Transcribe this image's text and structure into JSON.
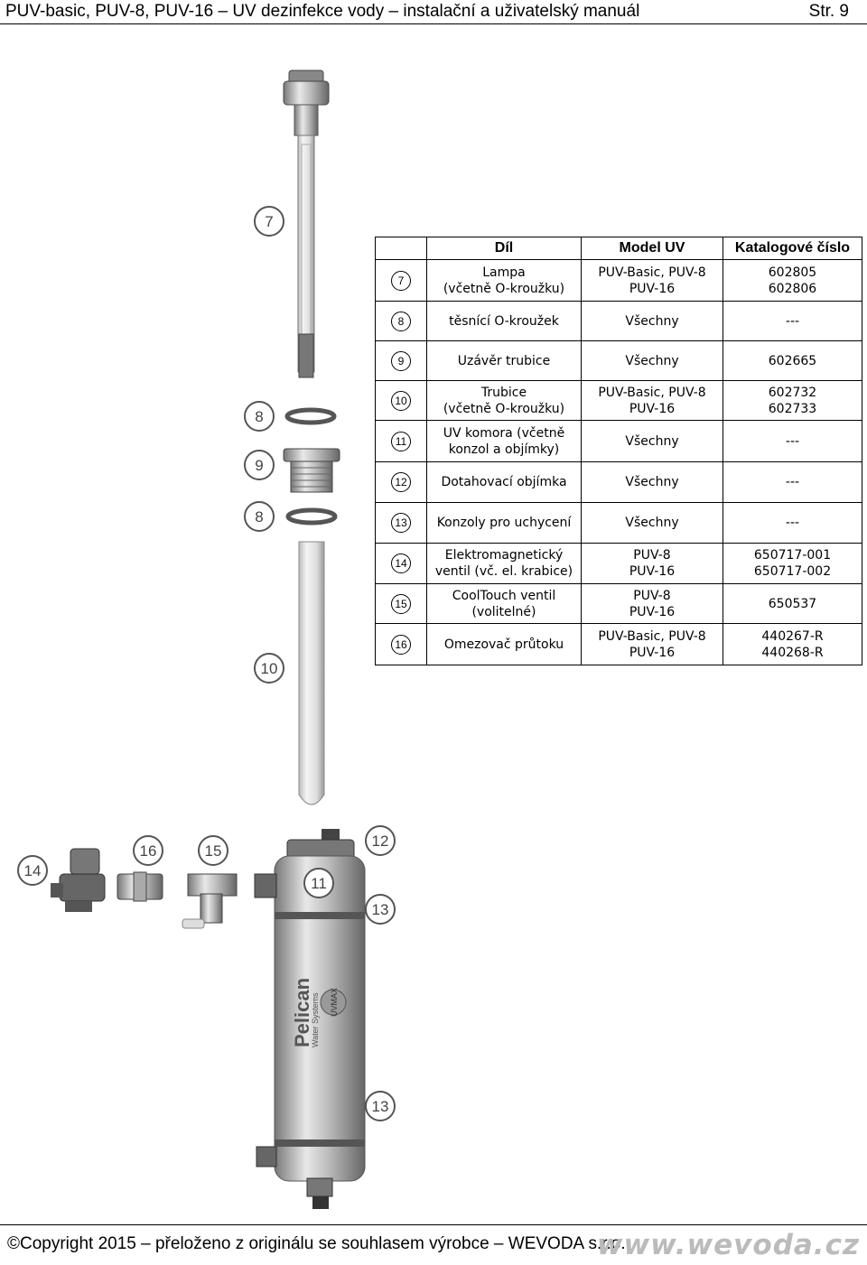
{
  "header": {
    "title": "PUV-basic, PUV-8, PUV-16 – UV dezinfekce vody – instalační a uživatelský manuál",
    "page": "Str. 9"
  },
  "table": {
    "headers": [
      "Díl",
      "Model UV",
      "Katalogové číslo"
    ],
    "rows": [
      {
        "num": "7",
        "part": "Lampa\n(včetně O-kroužku)",
        "model": "PUV-Basic, PUV-8\nPUV-16",
        "cat": "602805\n602806"
      },
      {
        "num": "8",
        "part": "těsnící O-kroužek",
        "model": "Všechny",
        "cat": "---"
      },
      {
        "num": "9",
        "part": "Uzávěr trubice",
        "model": "Všechny",
        "cat": "602665"
      },
      {
        "num": "10",
        "part": "Trubice\n(včetně O-kroužku)",
        "model": "PUV-Basic, PUV-8\nPUV-16",
        "cat": "602732\n602733"
      },
      {
        "num": "11",
        "part": "UV komora (včetně\nkonzol a objímky)",
        "model": "Všechny",
        "cat": "---"
      },
      {
        "num": "12",
        "part": "Dotahovací objímka",
        "model": "Všechny",
        "cat": "---"
      },
      {
        "num": "13",
        "part": "Konzoly pro uchycení",
        "model": "Všechny",
        "cat": "---"
      },
      {
        "num": "14",
        "part": "Elektromagnetický\nventil (vč. el. krabice)",
        "model": "PUV-8\nPUV-16",
        "cat": "650717-001\n650717-002"
      },
      {
        "num": "15",
        "part": "CoolTouch ventil\n(volitelné)",
        "model": "PUV-8\nPUV-16",
        "cat": "650537"
      },
      {
        "num": "16",
        "part": "Omezovač průtoku",
        "model": "PUV-Basic, PUV-8\nPUV-16",
        "cat": "440267-R\n440268-R"
      }
    ]
  },
  "callouts": {
    "c7": "7",
    "c8a": "8",
    "c9": "9",
    "c8b": "8",
    "c10": "10",
    "c11": "11",
    "c12": "12",
    "c13a": "13",
    "c13b": "13",
    "c14": "14",
    "c15": "15",
    "c16": "16"
  },
  "product_labels": {
    "brand": "Pelican",
    "subbrand": "Water Systems",
    "uvmax": "UVMAX"
  },
  "footer": {
    "copyright": "©Copyright 2015 – přeloženo z originálu se souhlasem výrobce – WEVODA s.r.o.",
    "logo": "www.wevoda.cz"
  }
}
